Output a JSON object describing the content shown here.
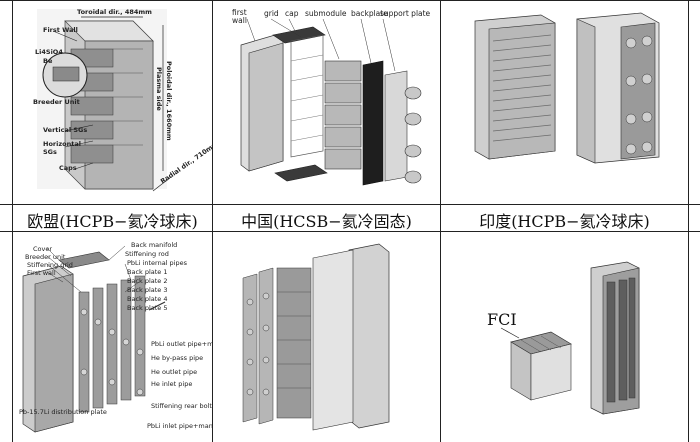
{
  "cells": [
    {
      "caption": "欧盟(HCPB−氦冷球床)",
      "labels": {
        "toroidal": "Toroidal dir., 484mm",
        "first_wall": "First Wall",
        "li4sio4": "Li4SiO4",
        "be": "Be",
        "breeder_unit": "Breeder Unit",
        "vertical_sgs": "Vertical SGs",
        "horizontal_sgs": "Horizontal SGs",
        "caps": "Caps",
        "plasma_side": "Plasma side",
        "poloidal": "Poloidal dir., 1660mm",
        "radial": "Radial dir., 710mm"
      }
    },
    {
      "caption": "中国(HCSB−氦冷固态)",
      "labels": {
        "first_wall": "first wall",
        "grid": "grid",
        "cap": "cap",
        "submodule": "submodule",
        "backplate": "backplate",
        "support_plate": "support plate"
      }
    },
    {
      "caption": "印度(HCPB−氦冷球床)"
    },
    {
      "labels_left": [
        "Cover",
        "Breeder unit",
        "Stiffening grid",
        "First wall"
      ],
      "labels_right": [
        "Back manifold",
        "Stiffening rod",
        "PbLi internal pipes",
        "Back plate 1",
        "Back plate 2",
        "Back plate 3",
        "Back plate 4",
        "Back plate 5"
      ],
      "labels_lower": [
        "PbLi outlet pipe+manifold",
        "He by-pass pipe",
        "He outlet pipe",
        "He inlet pipe",
        "Stiffening rear bolt",
        "PbLi inlet pipe+manifold"
      ],
      "label_bottom_left": "Pb-15.7Li distribution plate"
    },
    {},
    {
      "fci": "FCI"
    }
  ]
}
